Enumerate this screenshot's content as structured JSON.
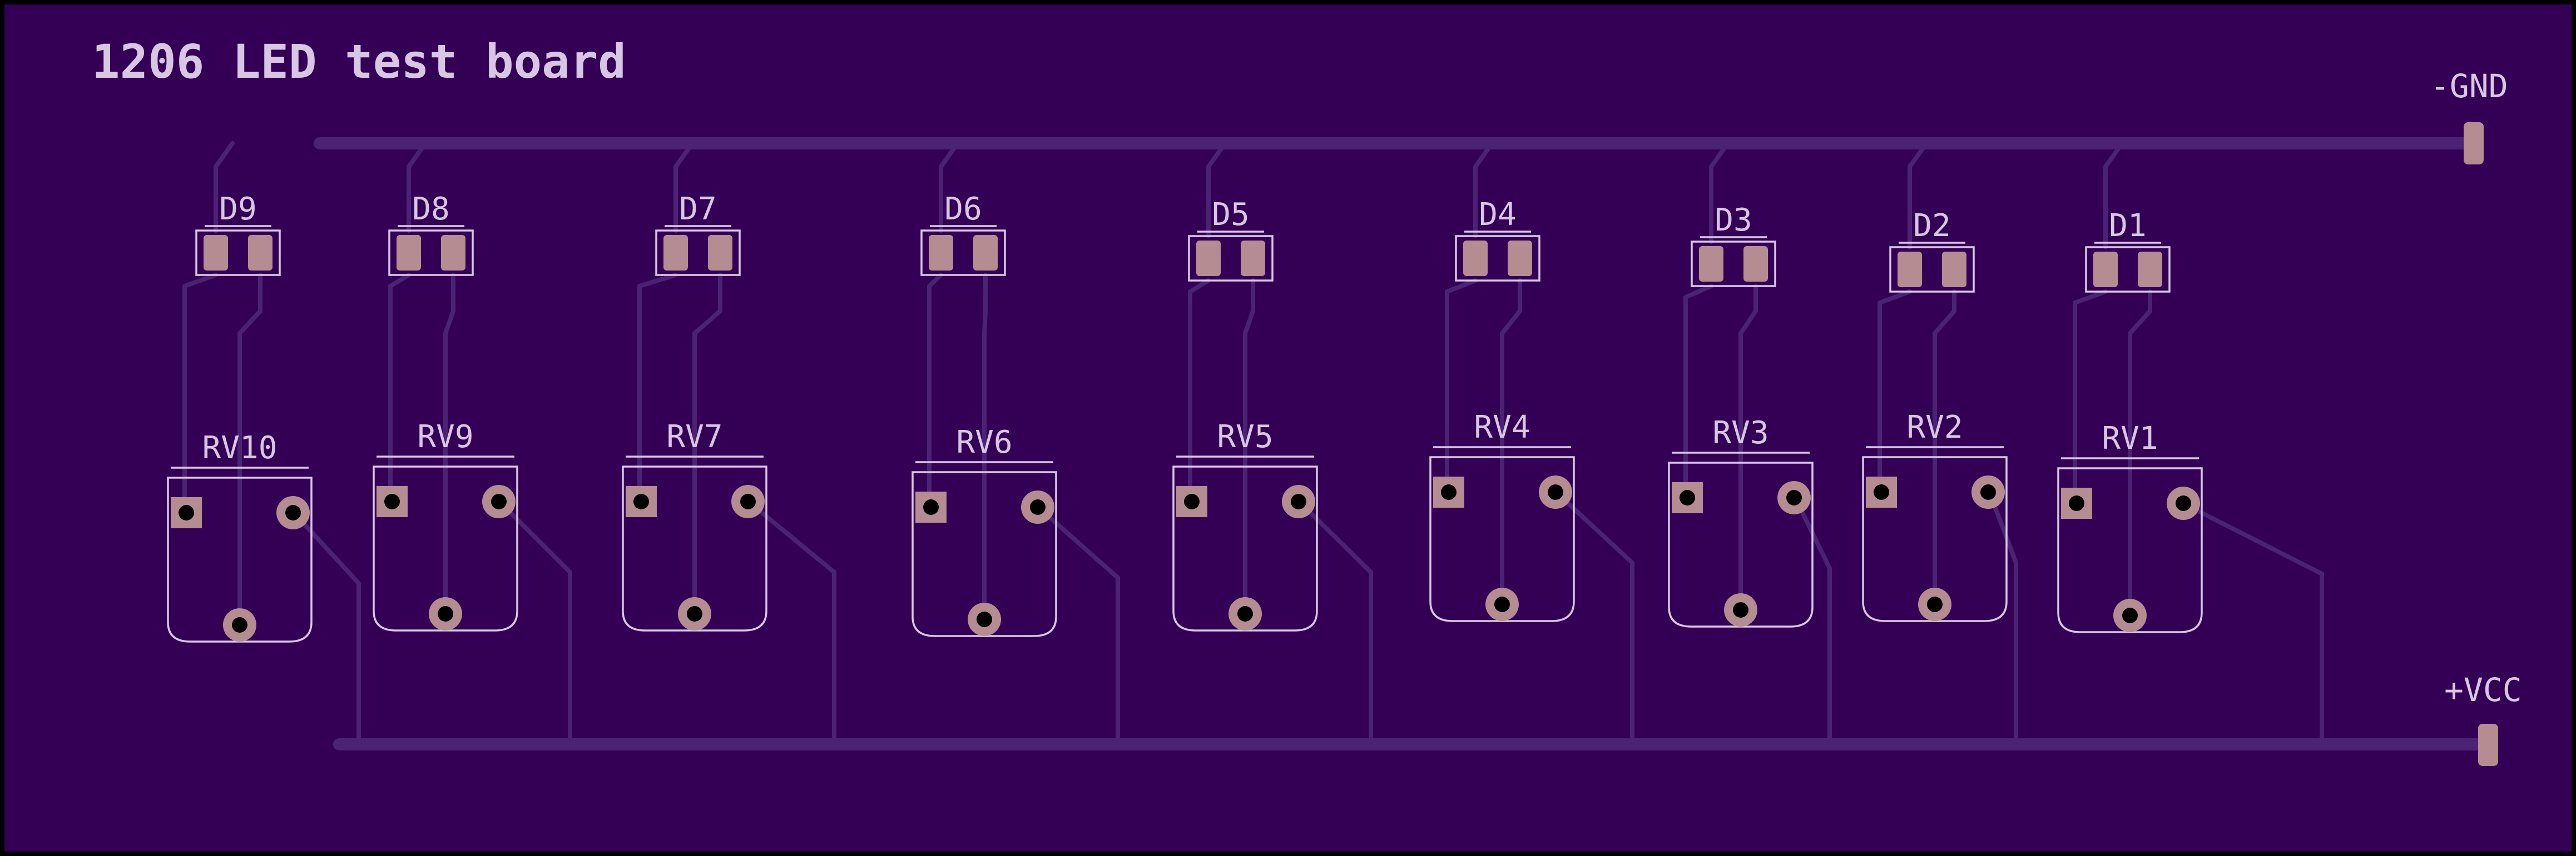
{
  "board": {
    "title": "1206 LED test board",
    "colors": {
      "background": "#330055",
      "trace": "#4b2274",
      "silkscreen": "#d9c6e4",
      "pad": "#b48c92",
      "border": "#000000"
    }
  },
  "nets": {
    "gnd_label": "-GND",
    "vcc_label": "+VCC"
  },
  "leds": [
    "D9",
    "D8",
    "D7",
    "D6",
    "D5",
    "D4",
    "D3",
    "D2",
    "D1"
  ],
  "potentiometers": [
    "RV10",
    "RV9",
    "RV7",
    "RV6",
    "RV5",
    "RV4",
    "RV3",
    "RV2",
    "RV1"
  ]
}
